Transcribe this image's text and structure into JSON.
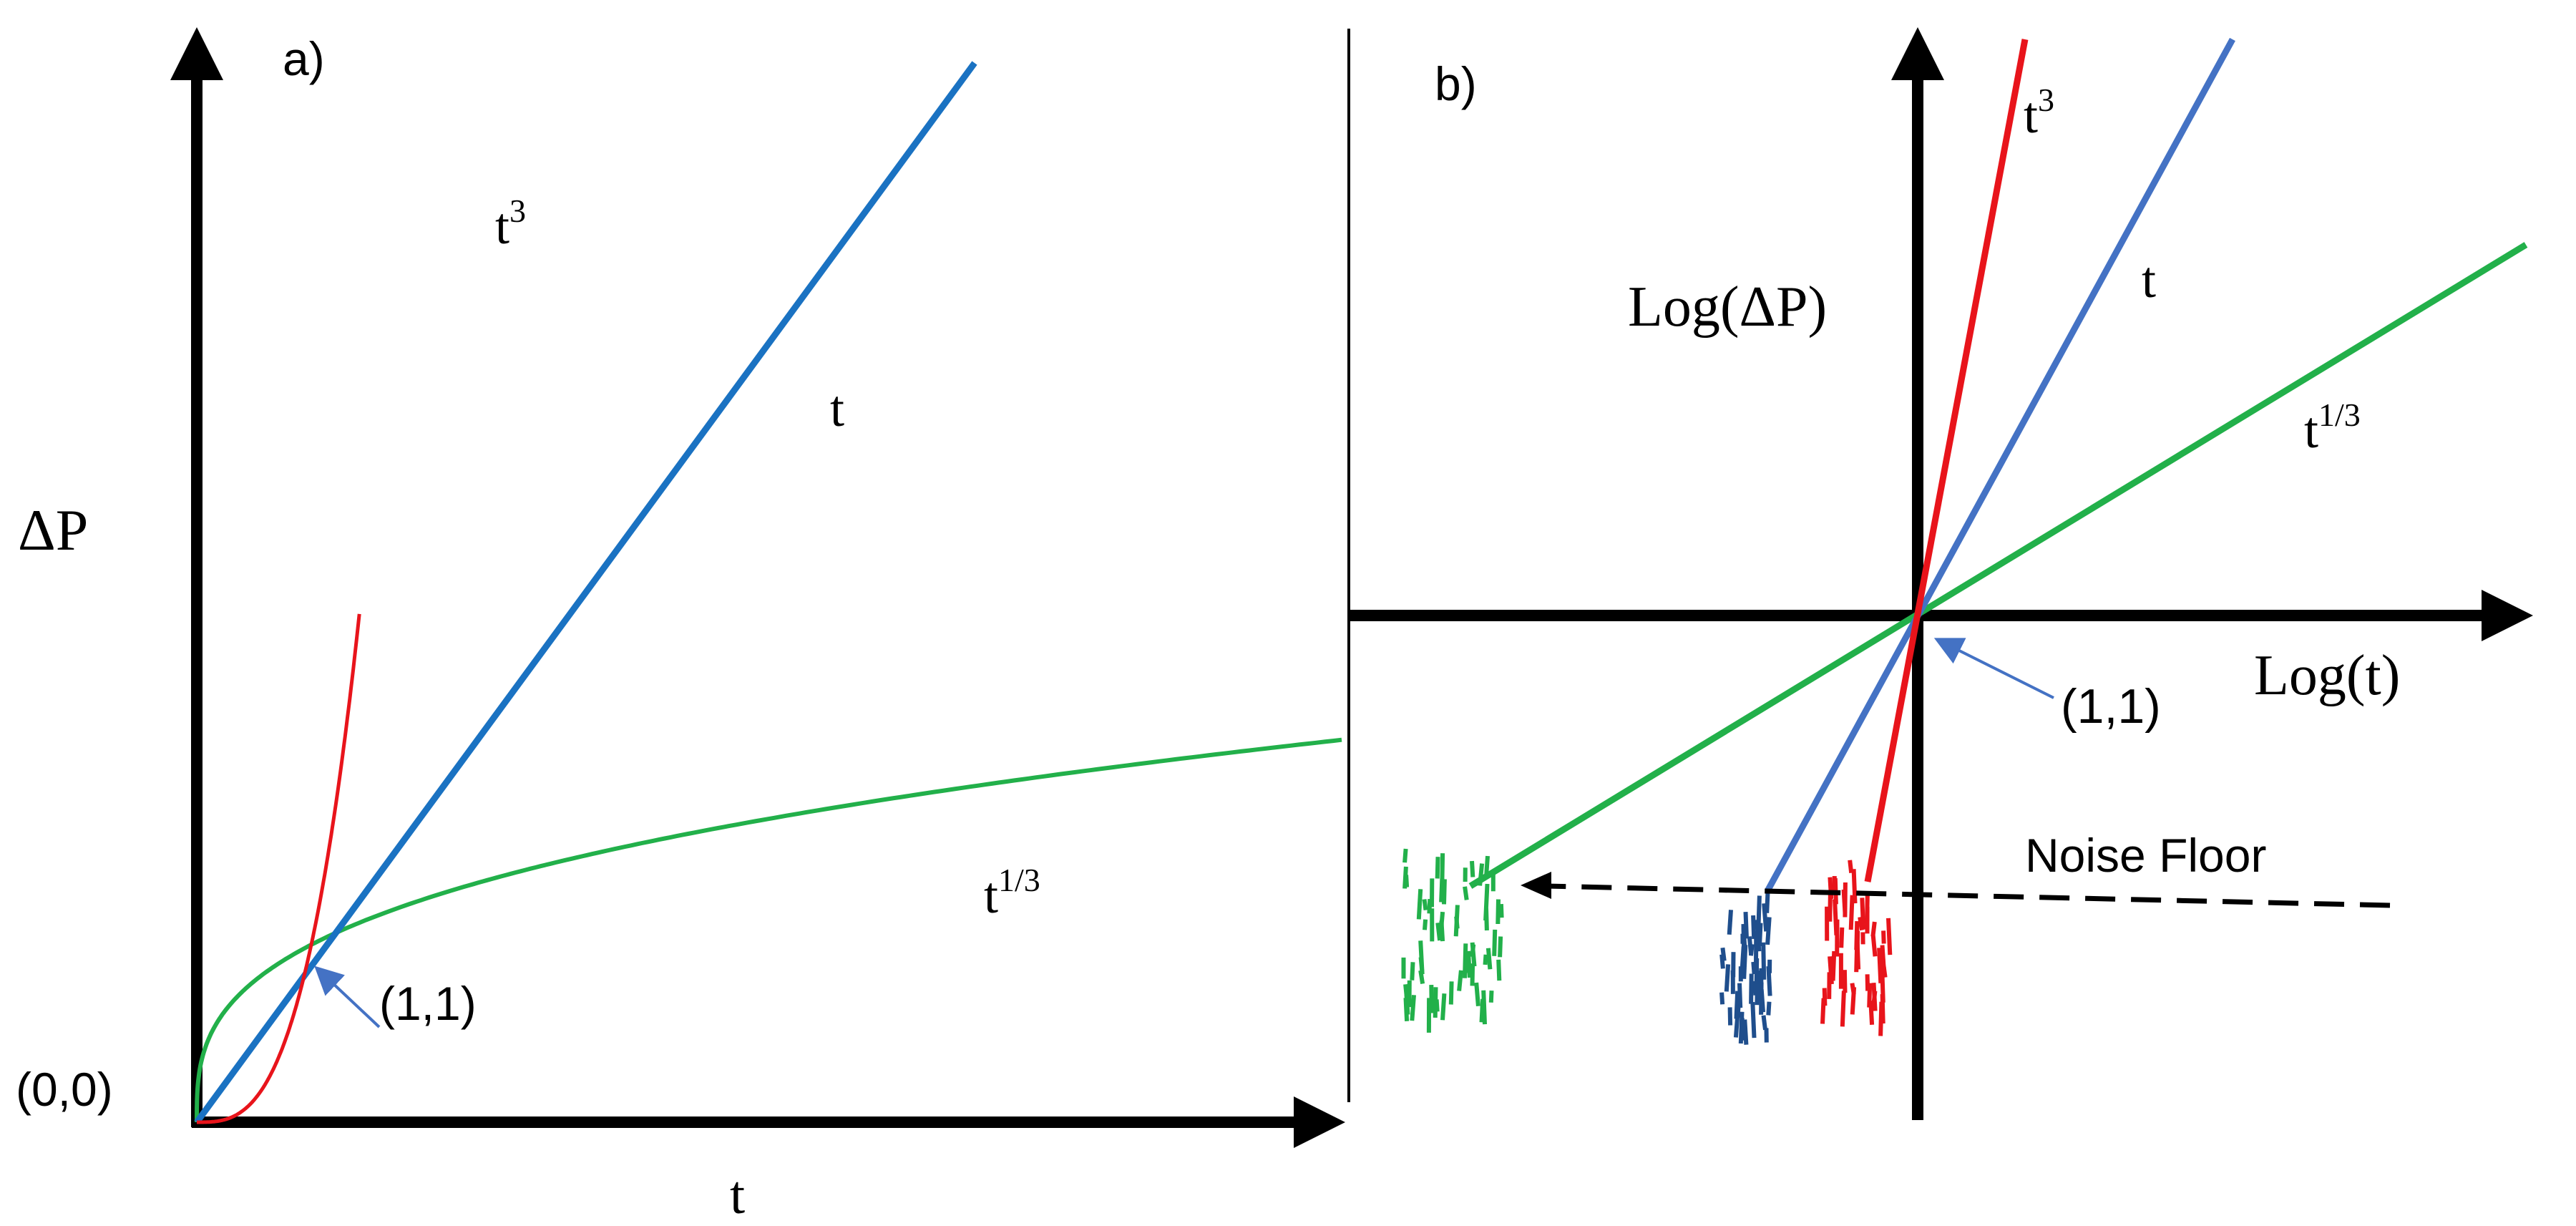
{
  "colors": {
    "red": "#e8141b",
    "blue_a": "#1a72c2",
    "blue_b": "#4472c4",
    "green": "#22b04a",
    "noise_blue": "#1f4e8c",
    "axis": "#000000",
    "pointer": "#4472c4"
  },
  "icons": {
    "axis_arrow": "arrowhead-icon",
    "pointer_arrow": "pointer-arrow-icon"
  },
  "panel_a": {
    "label": "a)",
    "y_axis_label": "ΔP",
    "x_axis_label": "t",
    "origin_label": "(0,0)",
    "intersection_label": "(1,1)",
    "curves": [
      {
        "key": "t3",
        "base": "t",
        "exponent": "3",
        "power": 3
      },
      {
        "key": "t",
        "base": "t",
        "exponent": "",
        "power": 1
      },
      {
        "key": "t13",
        "base": "t",
        "exponent": "1/3",
        "power": 0.3333
      }
    ]
  },
  "panel_b": {
    "label": "b)",
    "y_axis_label": "Log(ΔP)",
    "x_axis_label": "Log(t)",
    "intersection_label": "(1,1)",
    "noise_floor_label": "Noise Floor",
    "lines": [
      {
        "key": "t3",
        "base": "t",
        "exponent": "3",
        "slope": 3
      },
      {
        "key": "t",
        "base": "t",
        "exponent": "",
        "slope": 1
      },
      {
        "key": "t13",
        "base": "t",
        "exponent": "1/3",
        "slope": 0.3333
      }
    ]
  }
}
